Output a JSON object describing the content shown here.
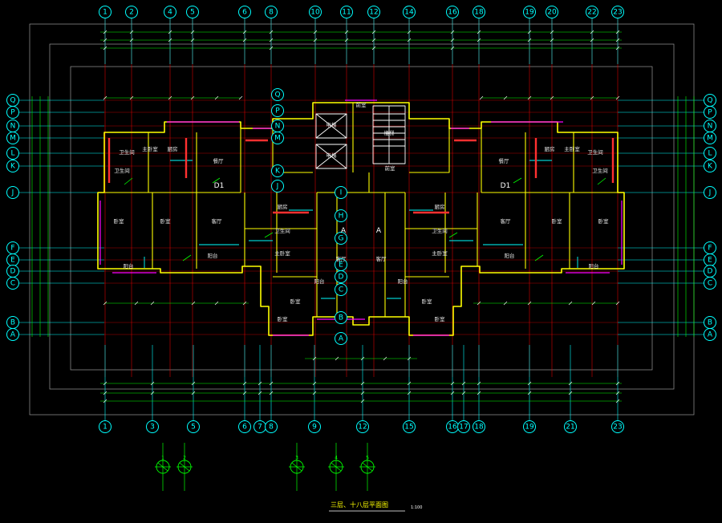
{
  "drawing": {
    "title": "三层、十八层平面图",
    "scale": "1:100",
    "colors": {
      "background": "#000000",
      "axis": "#00ffff",
      "grid": "#ff0000",
      "wall": "#ffff00",
      "window": "#ff00ff",
      "dimension": "#00ff00",
      "frame": "#ffffff",
      "text": "#ffffff",
      "title": "#ffff00"
    }
  },
  "axes": {
    "top": [
      "1",
      "2",
      "4",
      "5",
      "6",
      "8",
      "10",
      "11",
      "12",
      "14",
      "16",
      "18",
      "19",
      "20",
      "22",
      "23"
    ],
    "bottom": [
      "1",
      "3",
      "5",
      "6",
      "7",
      "8",
      "9",
      "12",
      "15",
      "16",
      "17",
      "18",
      "19",
      "21",
      "23"
    ],
    "left": [
      "Q",
      "P",
      "N",
      "M",
      "L",
      "K",
      "J",
      "F",
      "E",
      "D",
      "C",
      "B",
      "A"
    ],
    "right": [
      "Q",
      "P",
      "N",
      "M",
      "L",
      "K",
      "J",
      "F",
      "E",
      "D",
      "C",
      "B",
      "A"
    ],
    "center": [
      "Q",
      "P",
      "N",
      "M",
      "K",
      "J",
      "I",
      "H",
      "G",
      "E",
      "D",
      "C",
      "B",
      "A"
    ]
  },
  "unit_labels": [
    "D1",
    "A",
    "A",
    "D1"
  ],
  "rooms": {
    "left_unit": [
      "主卧室",
      "卫生间",
      "厨房",
      "餐厅",
      "客厅",
      "卧室",
      "卧室",
      "阳台",
      "卫生间",
      "阳台"
    ],
    "center_left_unit": [
      "厨房",
      "卫生间",
      "主卧室",
      "卧室",
      "客厅",
      "阳台",
      "卧室"
    ],
    "center_right_unit": [
      "厨房",
      "卫生间",
      "主卧室",
      "客厅",
      "卧室",
      "阳台",
      "卧室"
    ],
    "right_unit": [
      "主卧室",
      "卫生间",
      "厨房",
      "餐厅",
      "客厅",
      "卧室",
      "卧室",
      "阳台",
      "卫生间",
      "阳台"
    ],
    "core": [
      "前室",
      "电梯",
      "电梯",
      "楼梯",
      "前室"
    ]
  },
  "section_marks": [
    "1",
    "2",
    "3",
    "4",
    "5"
  ]
}
